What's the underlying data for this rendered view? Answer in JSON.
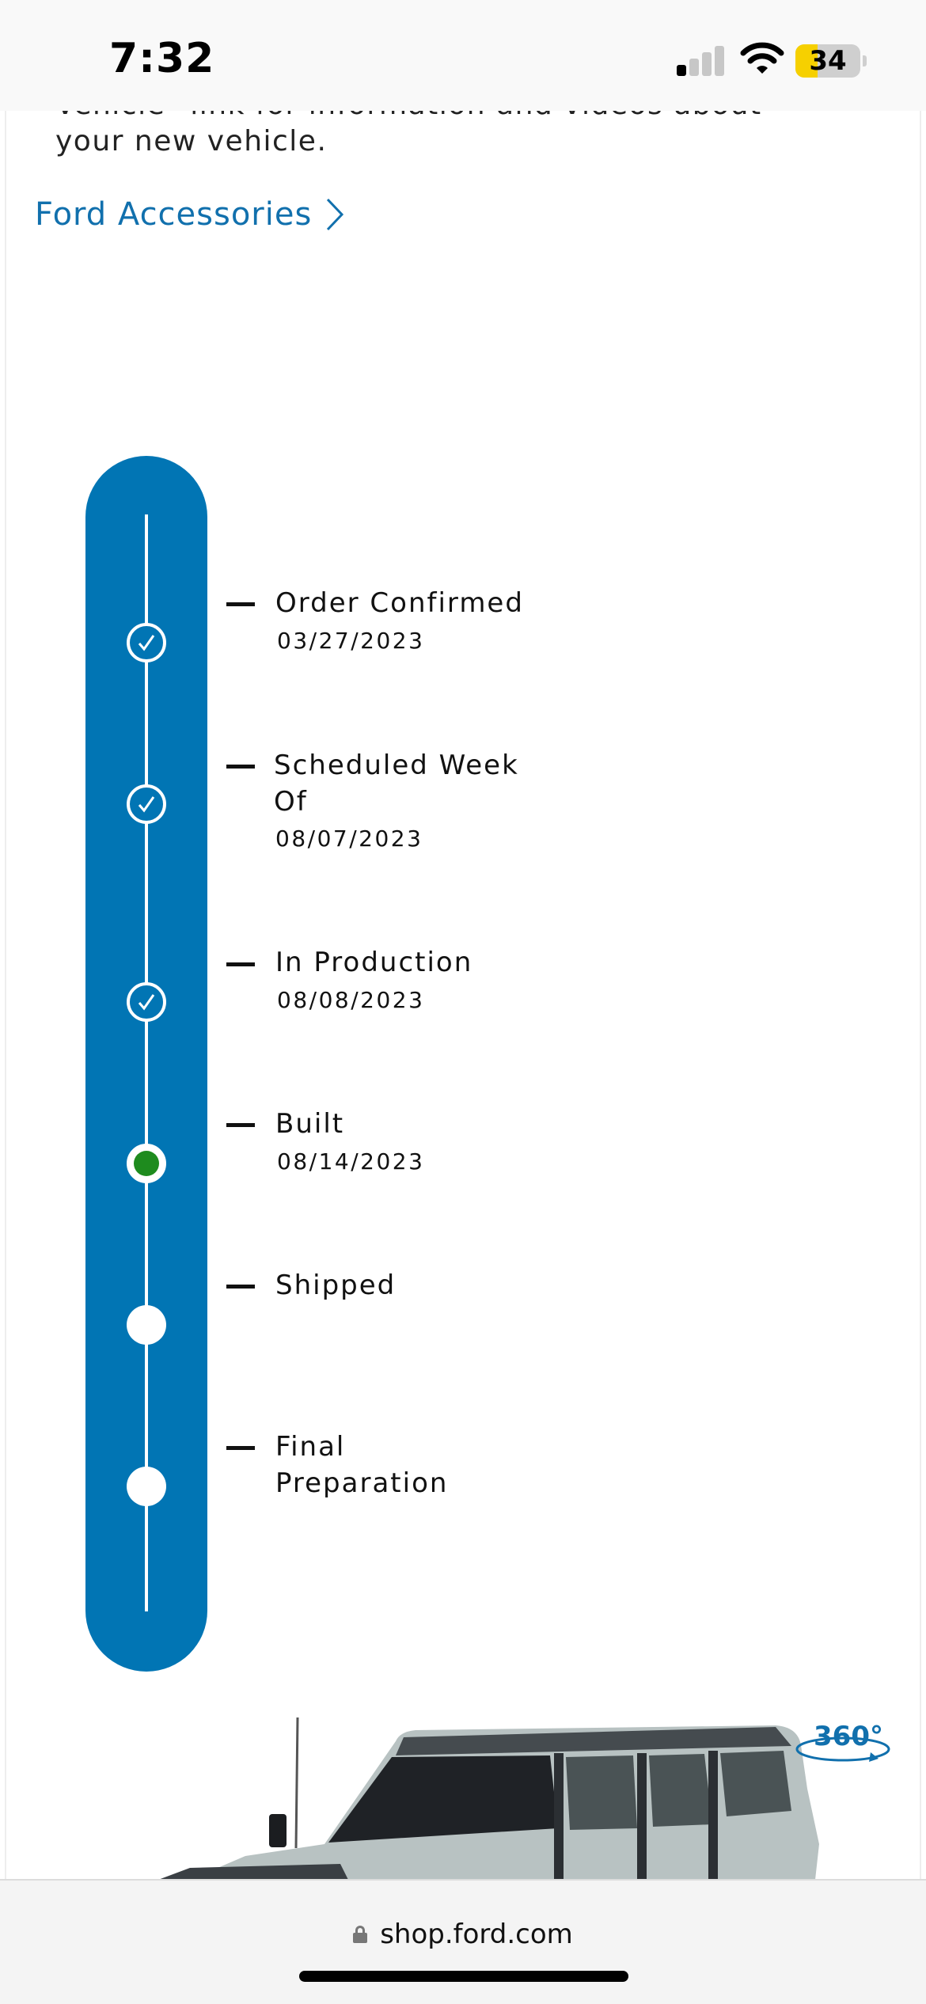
{
  "status_bar": {
    "time": "7:32",
    "battery_level": "34",
    "signal_bars_active": 1,
    "signal_bars_total": 4,
    "icons": [
      "cellular-signal-icon",
      "wifi-icon",
      "battery-icon"
    ]
  },
  "content": {
    "intro_text": "Vehicle\" link for information and videos about your new vehicle.",
    "accessories_link": "Ford Accessories"
  },
  "tracker": {
    "colors": {
      "track": "#0175b4",
      "current": "#1e8b1e"
    },
    "steps": [
      {
        "label": "Order Confirmed",
        "date": "03/27/2023",
        "status": "done"
      },
      {
        "label": "Scheduled Week Of",
        "date": "08/07/2023",
        "status": "done"
      },
      {
        "label": "In Production",
        "date": "08/08/2023",
        "status": "done"
      },
      {
        "label": "Built",
        "date": "08/14/2023",
        "status": "current"
      },
      {
        "label": "Shipped",
        "date": "",
        "status": "pending"
      },
      {
        "label": "Final Preparation",
        "date": "",
        "status": "pending"
      }
    ]
  },
  "vehicle_view": {
    "badge": "360°"
  },
  "browser": {
    "url": "shop.ford.com"
  }
}
